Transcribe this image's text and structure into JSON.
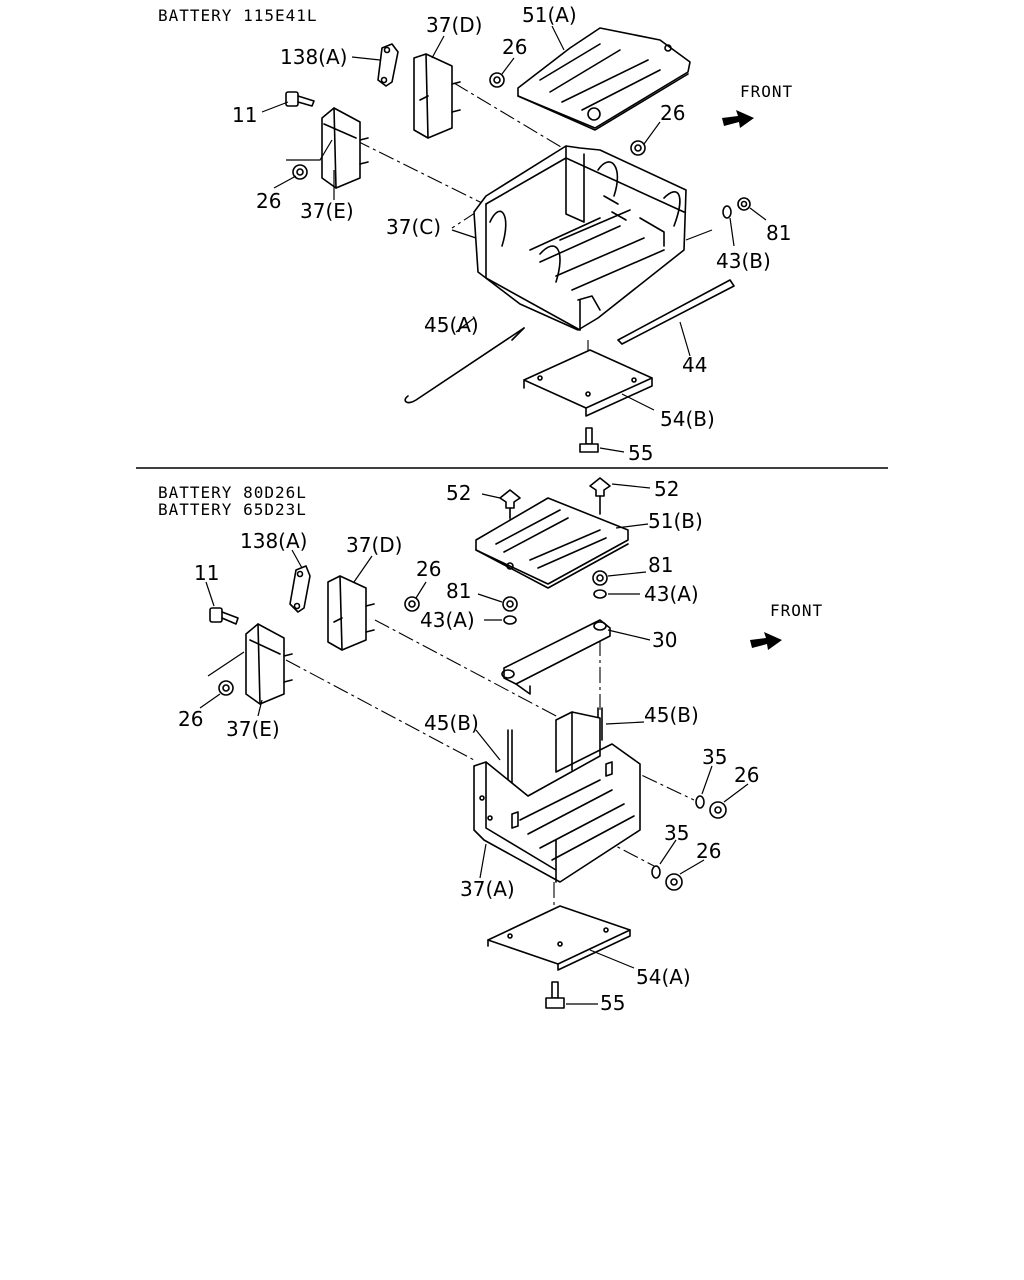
{
  "sections": [
    {
      "battery_lines": [
        "BATTERY 115E41L"
      ],
      "front_label": "FRONT",
      "callouts": [
        "138(A)",
        "37(D)",
        "51(A)",
        "26",
        "11",
        "26",
        "26",
        "37(E)",
        "37(C)",
        "81",
        "43(B)",
        "45(A)",
        "44",
        "54(B)",
        "55"
      ]
    },
    {
      "battery_lines": [
        "BATTERY 80D26L",
        "BATTERY 65D23L"
      ],
      "front_label": "FRONT",
      "callouts": [
        "52",
        "52",
        "51(B)",
        "138(A)",
        "37(D)",
        "11",
        "26",
        "81",
        "81",
        "43(A)",
        "43(A)",
        "30",
        "26",
        "37(E)",
        "45(B)",
        "45(B)",
        "35",
        "26",
        "35",
        "26",
        "37(A)",
        "54(A)",
        "55"
      ]
    }
  ]
}
